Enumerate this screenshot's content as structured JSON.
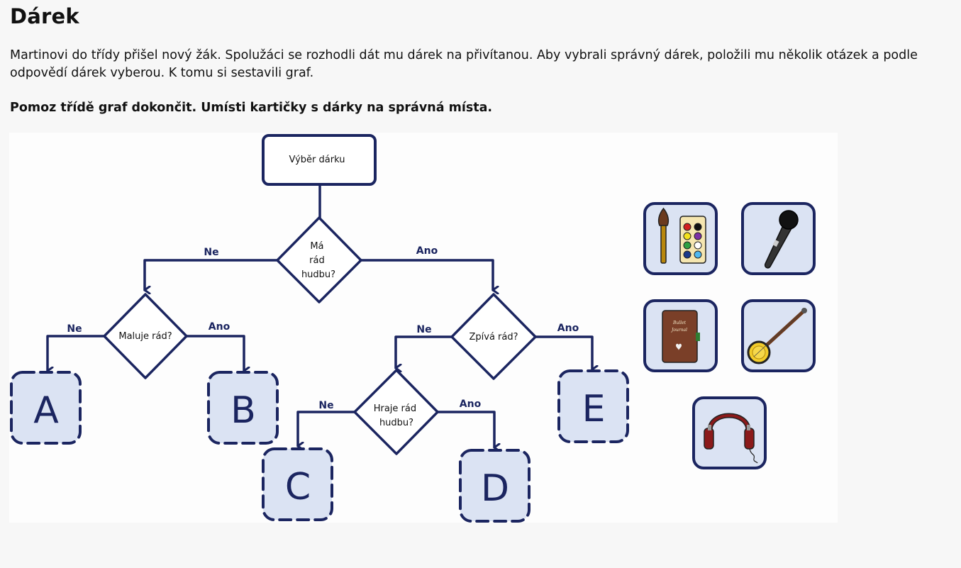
{
  "title": "Dárek",
  "intro": "Martinovi do třídy přišel nový žák. Spolužáci se rozhodli dát mu dárek na přivítanou. Aby vybrali správný dárek, položili mu několik otázek a podle odpovědí dárek vyberou. K tomu si sestavili graf.",
  "instruction": "Pomoz třídě graf dokončit. Umísti kartičky s dárky na správná místa.",
  "flowchart": {
    "start": "Výběr dárku",
    "q_music_lines": [
      "Má",
      "rád",
      "hudbu?"
    ],
    "q_paint": "Maluje rád?",
    "q_sing": "Zpívá rád?",
    "q_play_lines": [
      "Hraje rád",
      "hudbu?"
    ],
    "labels": {
      "no": "Ne",
      "yes": "Ano"
    },
    "slots": [
      "A",
      "B",
      "C",
      "D",
      "E"
    ]
  },
  "cards": [
    {
      "id": "paint",
      "icon": "paint-palette-icon"
    },
    {
      "id": "mic",
      "icon": "microphone-icon"
    },
    {
      "id": "journal",
      "icon": "journal-notebook-icon",
      "cover_text": [
        "Bullet",
        "Journal"
      ]
    },
    {
      "id": "banjo",
      "icon": "banjo-icon"
    },
    {
      "id": "headphones",
      "icon": "headphones-icon"
    }
  ],
  "colors": {
    "navy": "#1b2560",
    "card_fill": "#dbe3f3",
    "text": "#111111"
  }
}
